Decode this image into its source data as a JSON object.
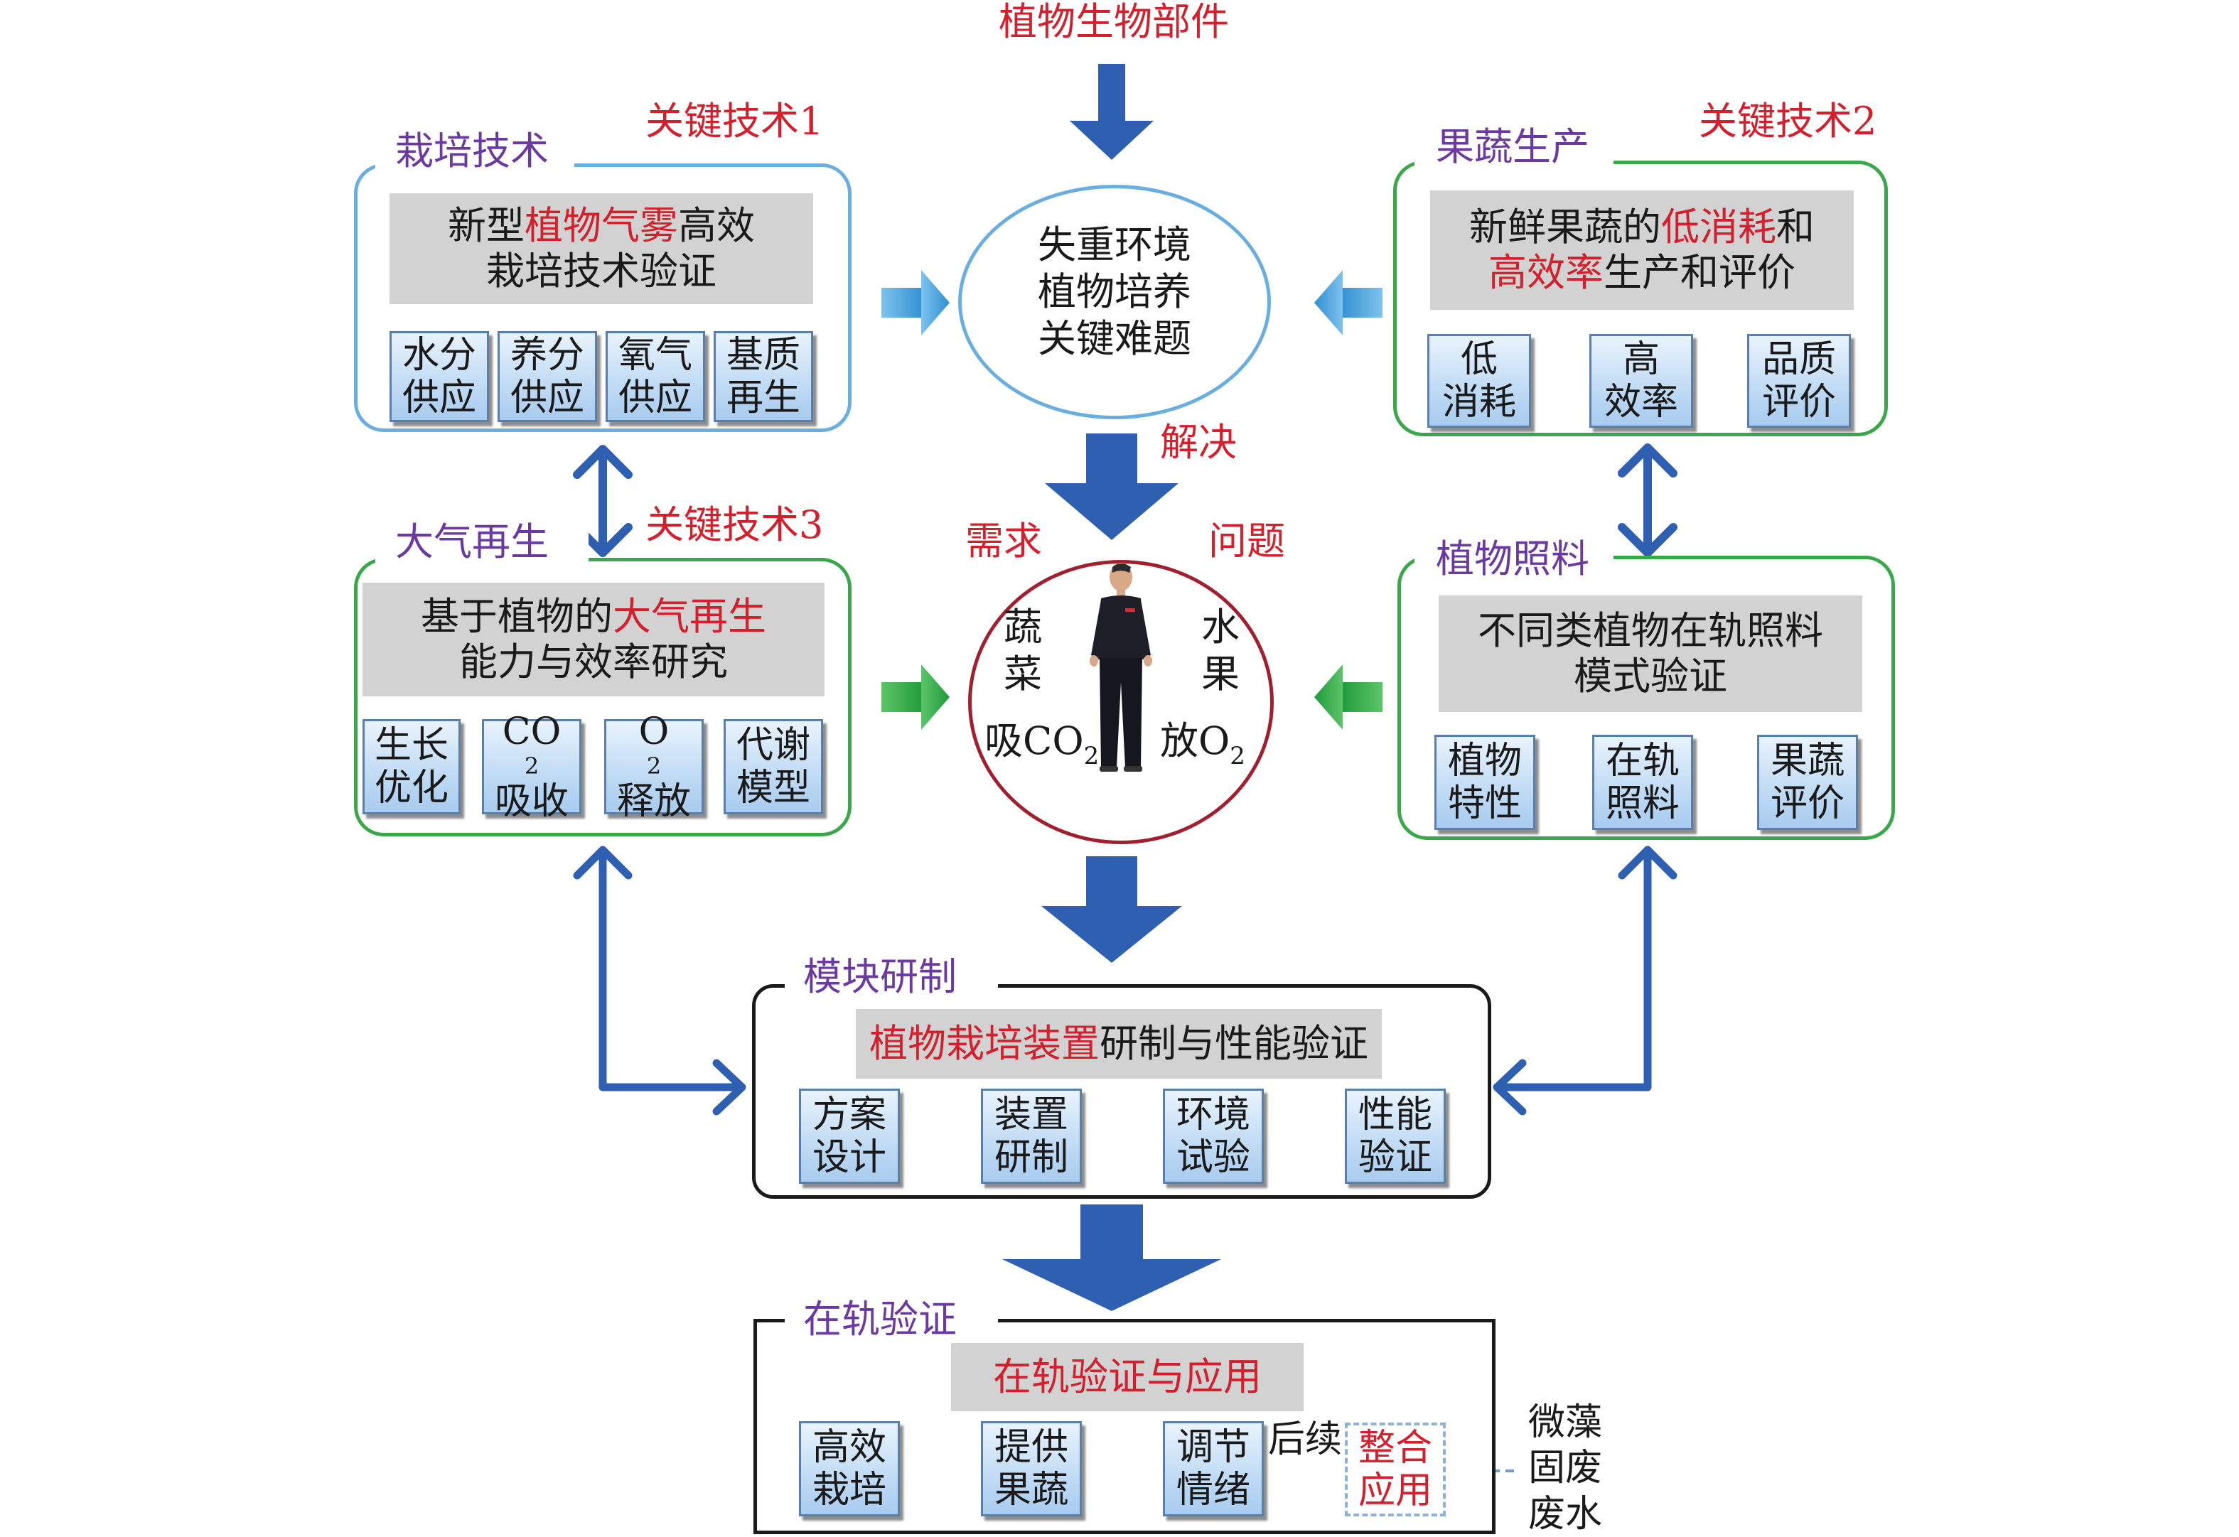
{
  "top_source": "植物生物部件",
  "solve_label": "解决",
  "need_label": "需求",
  "problem_label": "问题",
  "center_top": {
    "lines": [
      "失重环境",
      "植物培养",
      "关键难题"
    ]
  },
  "center_human": {
    "left_top": [
      "蔬",
      "菜"
    ],
    "right_top": [
      "水",
      "果"
    ],
    "absorb": {
      "prefix": "吸CO",
      "sub": "2"
    },
    "release": {
      "prefix": "放O",
      "sub": "2"
    }
  },
  "panel_cultivation": {
    "category": "栽培技术",
    "key_tech": "关键技术1",
    "headline_before": "新型",
    "headline_highlight": "植物气雾",
    "headline_after": "高效",
    "headline_line2": "栽培技术验证",
    "cells": [
      {
        "l1": "水分",
        "l2": "供应"
      },
      {
        "l1": "养分",
        "l2": "供应"
      },
      {
        "l1": "氧气",
        "l2": "供应"
      },
      {
        "l1": "基质",
        "l2": "再生"
      }
    ]
  },
  "panel_produce": {
    "category": "果蔬生产",
    "key_tech": "关键技术2",
    "line1_before": "新鲜果蔬的",
    "line1_highlight": "低消耗",
    "line1_after": "和",
    "line2_highlight": "高效率",
    "line2_after": "生产和评价",
    "cells": [
      {
        "l1": "低",
        "l2": "消耗"
      },
      {
        "l1": "高",
        "l2": "效率"
      },
      {
        "l1": "品质",
        "l2": "评价"
      }
    ]
  },
  "panel_atmosphere": {
    "category": "大气再生",
    "key_tech": "关键技术3",
    "line1_before": "基于植物的",
    "line1_highlight": "大气再生",
    "line2": "能力与效率研究",
    "cells": [
      {
        "l1": "生长",
        "l2": "优化"
      },
      {
        "l1_prefix": "CO",
        "l1_sub": "2",
        "l2": "吸收"
      },
      {
        "l1_prefix": "O",
        "l1_sub": "2",
        "l2": "释放"
      },
      {
        "l1": "代谢",
        "l2": "模型"
      }
    ]
  },
  "panel_lighting": {
    "category": "植物照料",
    "line1": "不同类植物在轨照料",
    "line2": "模式验证",
    "cells": [
      {
        "l1": "植物",
        "l2": "特性"
      },
      {
        "l1": "在轨",
        "l2": "照料"
      },
      {
        "l1": "果蔬",
        "l2": "评价"
      }
    ]
  },
  "panel_module": {
    "category": "模块研制",
    "headline_highlight": "植物栽培装置",
    "headline_after": "研制与性能验证",
    "cells": [
      {
        "l1": "方案",
        "l2": "设计"
      },
      {
        "l1": "装置",
        "l2": "研制"
      },
      {
        "l1": "环境",
        "l2": "试验"
      },
      {
        "l1": "性能",
        "l2": "验证"
      }
    ]
  },
  "panel_orbit": {
    "category": "在轨验证",
    "headline": "在轨验证与应用",
    "cells": [
      {
        "l1": "高效",
        "l2": "栽培"
      },
      {
        "l1": "提供",
        "l2": "果蔬"
      },
      {
        "l1": "调节",
        "l2": "情绪"
      }
    ],
    "followup_label": "后续",
    "integrate": {
      "l1": "整合",
      "l2": "应用"
    },
    "external": [
      "微藻",
      "固废",
      "废水"
    ]
  },
  "colors": {
    "dark_blue_arrow": "#2f5fb0",
    "light_blue_arrow": "#4aa2d8",
    "green_arrow": "#3aa84a",
    "purple_label": "#6a3aa0",
    "red_text": "#d4202c",
    "gray_header": "#d2d2d2"
  }
}
